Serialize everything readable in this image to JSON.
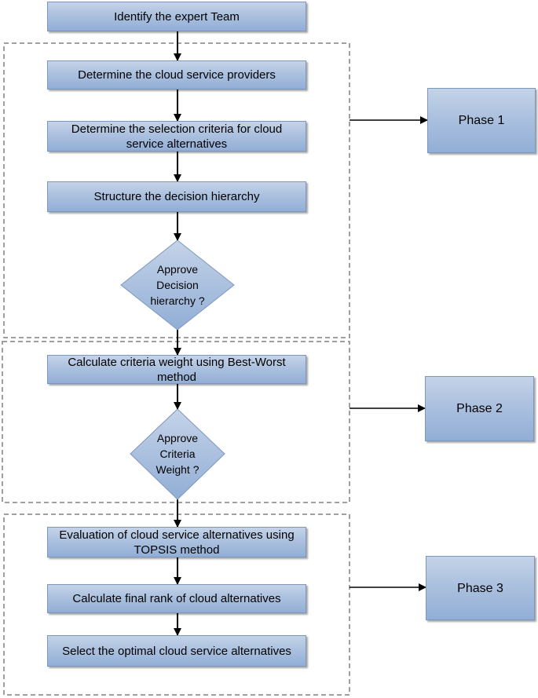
{
  "steps": {
    "s1": "Identify the expert Team",
    "s2": "Determine the cloud service providers",
    "s3": "Determine the selection criteria for cloud service alternatives",
    "s4": "Structure the decision hierarchy",
    "s5": "Calculate criteria weight using Best-Worst method",
    "s6": "Evaluation of cloud service alternatives using TOPSIS method",
    "s7": "Calculate final rank of cloud alternatives",
    "s8": "Select the optimal cloud service alternatives"
  },
  "decisions": {
    "d1": "Approve\nDecision\nhierarchy ?",
    "d2": "Approve\nCriteria\nWeight ?"
  },
  "phases": {
    "p1": "Phase 1",
    "p2": "Phase 2",
    "p3": "Phase 3"
  },
  "colors": {
    "box_fill": "#a9bfde",
    "box_border": "#7d97bd",
    "dashed_border": "#808080"
  }
}
